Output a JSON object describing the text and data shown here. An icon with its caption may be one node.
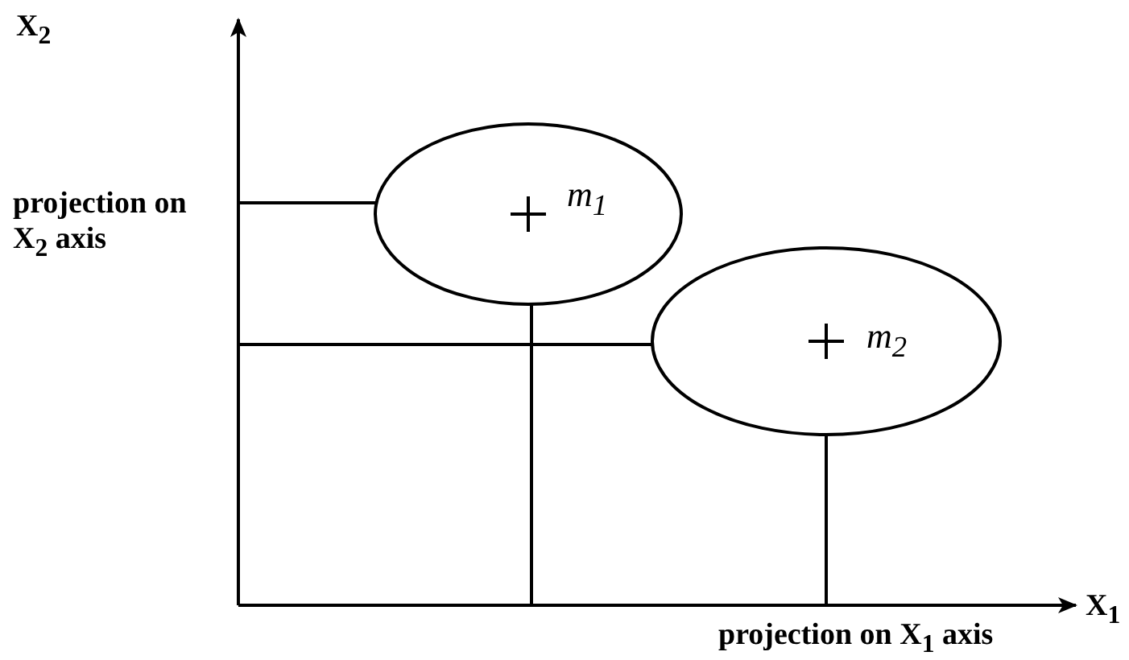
{
  "diagram": {
    "nodes": [
      {
        "text": [
          "m$_{1}$"
        ]
      },
      {
        "text": [
          "m$_{2}$"
        ]
      }
    ],
    "edges": [
      {
        "from": 0,
        "to": null,
        "arrow": "none"
      },
      {
        "from": 0,
        "to": null,
        "arrow": "none"
      },
      {
        "from": 1,
        "to": null,
        "arrow": "none"
      },
      {
        "from": 1,
        "to": null,
        "arrow": "none"
      }
    ],
    "labels": [
      "X$_{2}$",
      "projection on X$_{2}$ axis",
      "X$_{1}$",
      "projection on X$_{1}$ axis"
    ]
  }
}
